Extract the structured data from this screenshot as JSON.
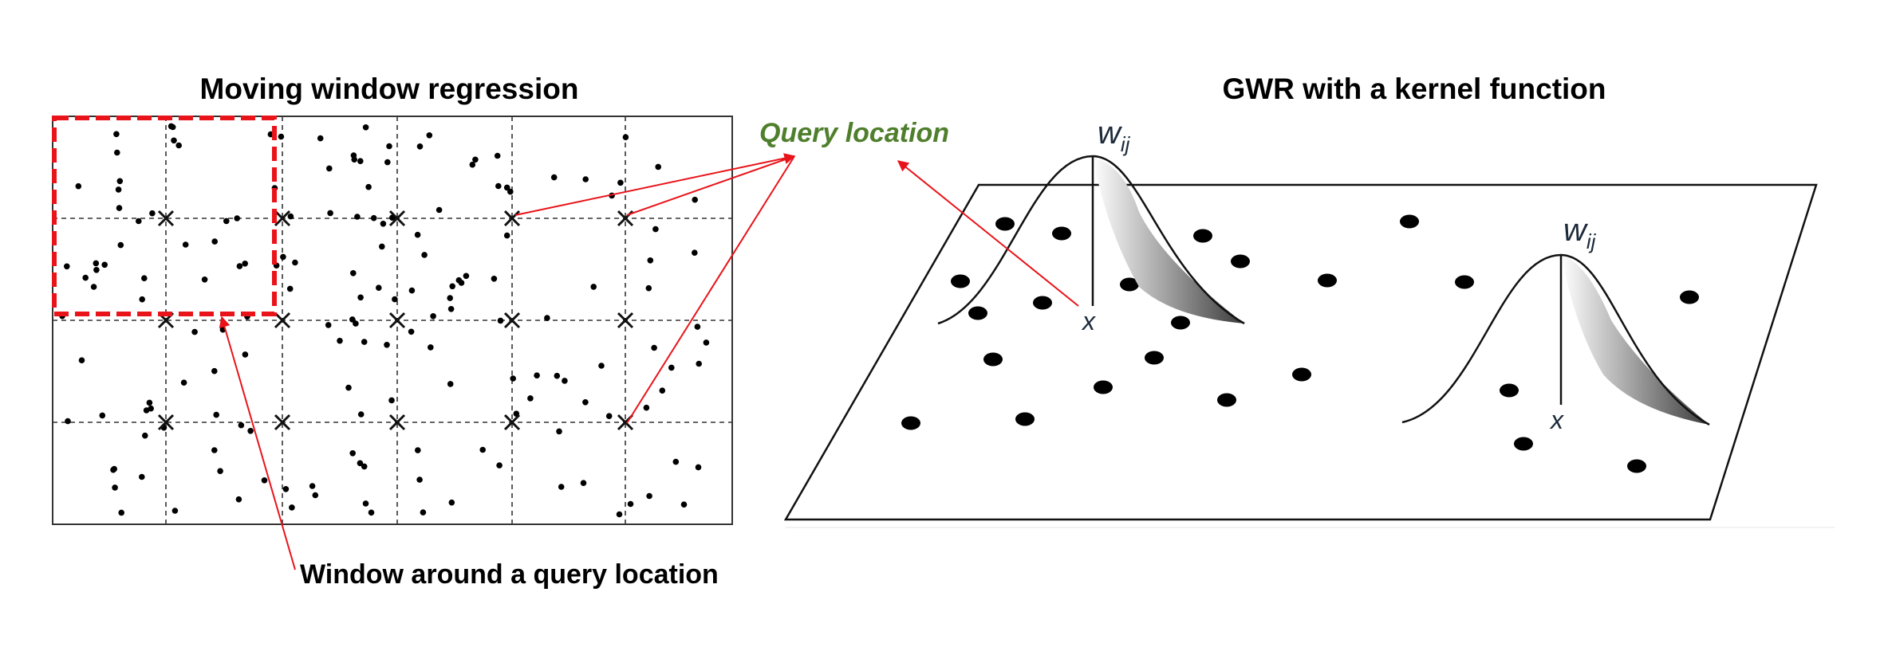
{
  "left_panel": {
    "title": "Moving window regression",
    "caption": "Window around a query location"
  },
  "right_panel": {
    "title": "GWR with a kernel function",
    "weight_symbol": "w",
    "weight_subscript": "ij",
    "location_symbol": "x"
  },
  "query_label": "Query location",
  "colors": {
    "query_label": "#4f7f2c",
    "window_outline": "#e8141a",
    "arrow": "#e8141a",
    "points": "#000000"
  }
}
